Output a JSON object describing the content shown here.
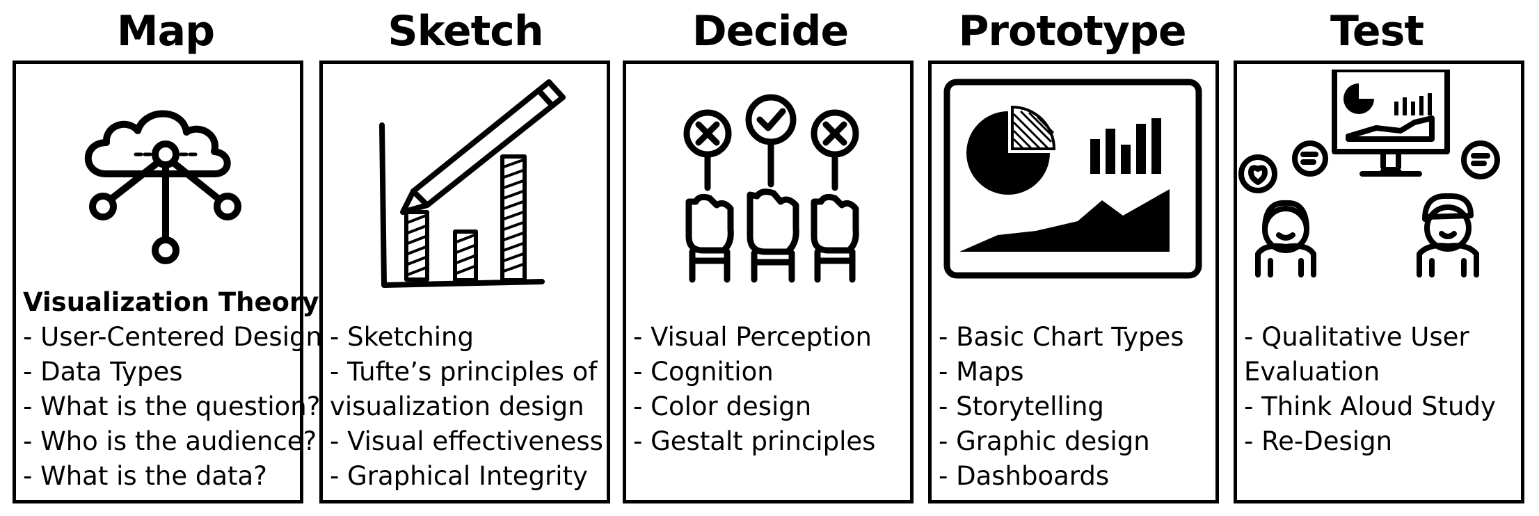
{
  "columns": [
    {
      "title": "Map",
      "icon": "cloud-network-icon",
      "heading": "Visualization Theory:",
      "lines": [
        "- User-Centered Design",
        "- Data Types",
        "- What is the question?",
        "- Who is the audience?",
        "- What is the data?"
      ]
    },
    {
      "title": "Sketch",
      "icon": "pencil-bar-chart-sketch-icon",
      "lines": [
        "- Sketching",
        "- Tufte’s principles of",
        "visualization design",
        "- Visual effectiveness",
        "- Graphical Integrity"
      ]
    },
    {
      "title": "Decide",
      "icon": "voting-hands-icon",
      "lines": [
        "- Visual Perception",
        "- Cognition",
        "- Color design",
        "- Gestalt principles"
      ]
    },
    {
      "title": "Prototype",
      "icon": "dashboard-charts-icon",
      "lines": [
        "- Basic Chart Types",
        "- Maps",
        "- Storytelling",
        "- Graphic design",
        "- Dashboards"
      ]
    },
    {
      "title": "Test",
      "icon": "user-testing-icon",
      "lines": [
        "- Qualitative User",
        "Evaluation",
        "- Think Aloud Study",
        "- Re-Design"
      ]
    }
  ]
}
